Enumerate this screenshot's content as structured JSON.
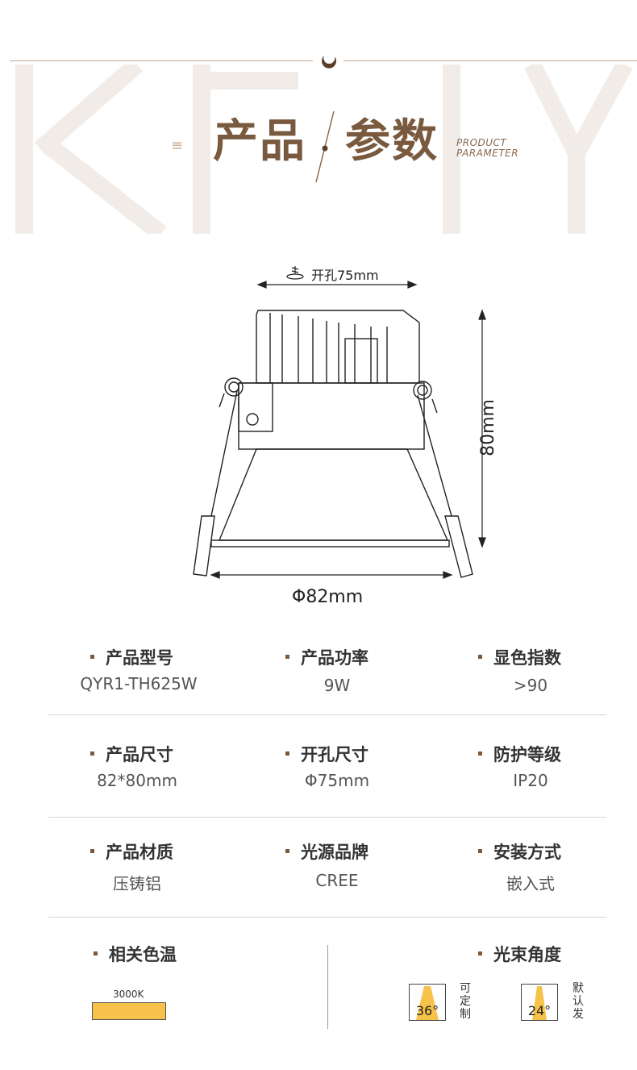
{
  "header": {
    "title_part1": "产品",
    "title_part2": "参数",
    "subtitle_line1": "PRODUCT",
    "subtitle_line2": "PARAMETER",
    "menu_icon": "menu-lines-icon",
    "moon_icon": "crescent-moon-icon"
  },
  "diagram": {
    "cutout_label": "开孔75mm",
    "height_label": "80mm",
    "diameter_label": "Φ82mm"
  },
  "specs": [
    {
      "label": "产品型号",
      "value": "QYR1-TH625W"
    },
    {
      "label": "产品功率",
      "value": "9W"
    },
    {
      "label": "显色指数",
      "value": ">90"
    },
    {
      "label": "产品尺寸",
      "value": "82*80mm"
    },
    {
      "label": "开孔尺寸",
      "value": "Φ75mm"
    },
    {
      "label": "防护等级",
      "value": "IP20"
    },
    {
      "label": "产品材质",
      "value": "压铸铝"
    },
    {
      "label": "光源品牌",
      "value": "CREE"
    },
    {
      "label": "安装方式",
      "value": "嵌入式"
    }
  ],
  "color_temp": {
    "label": "相关色温",
    "swatch_label": "3000K",
    "swatch_color": "#f7c24a"
  },
  "beam_angle": {
    "label": "光束角度",
    "options": [
      {
        "degree": "36°",
        "note": "可定制"
      },
      {
        "degree": "24°",
        "note": "默认发"
      }
    ]
  },
  "colors": {
    "accent": "#7a5a3e",
    "line": "#c9a98d"
  }
}
